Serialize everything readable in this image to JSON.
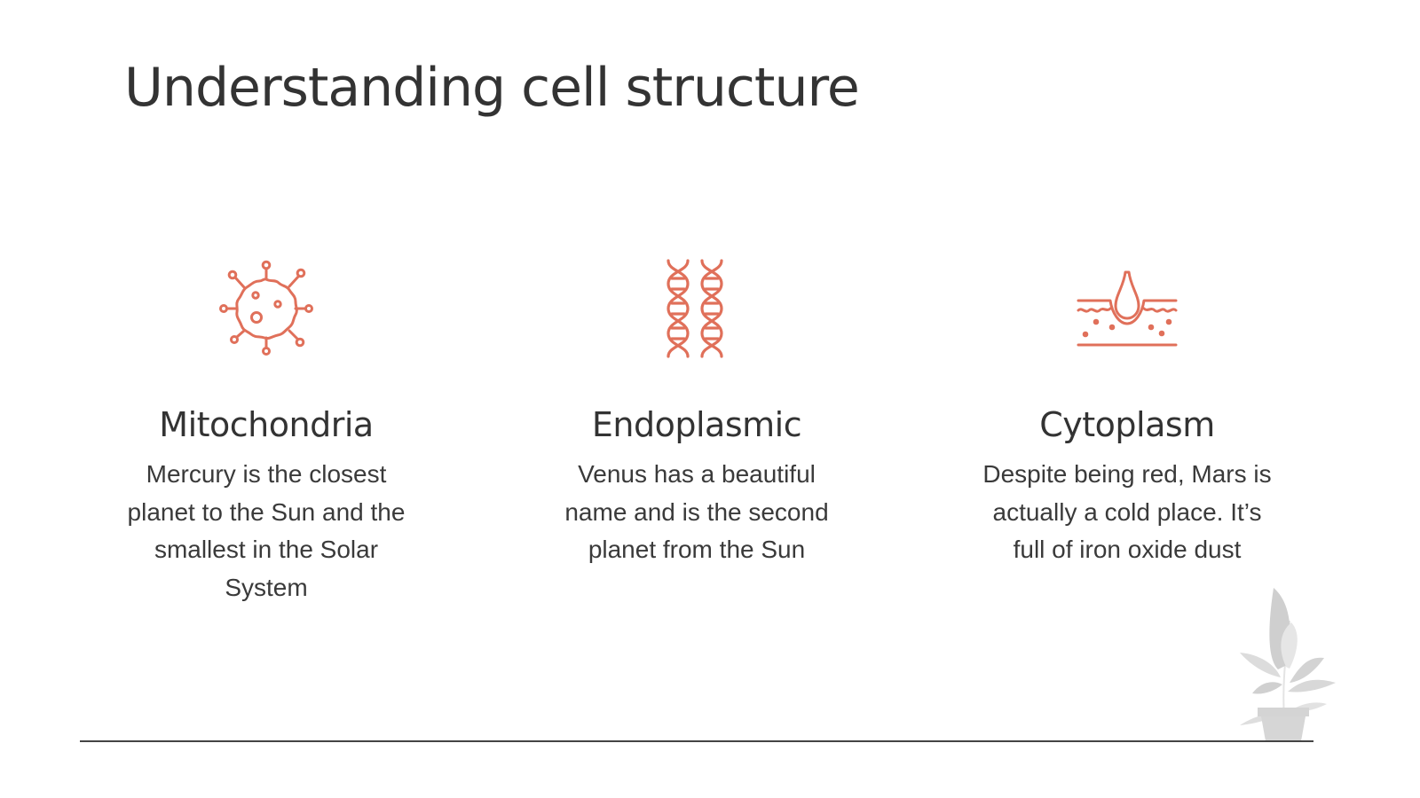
{
  "slide": {
    "title": "Understanding cell structure",
    "accent_color": "#e0705a",
    "columns": [
      {
        "icon": "virus-cell-icon",
        "heading": "Mitochondria",
        "text": "Mercury is the closest planet to the Sun and the smallest in the Solar System"
      },
      {
        "icon": "dna-helix-icon",
        "heading": "Endoplasmic",
        "text": "Venus has a beautiful name and is the second planet from the Sun"
      },
      {
        "icon": "skin-droplet-icon",
        "heading": "Cytoplasm",
        "text": "Despite being red, Mars is actually a cold place. It’s full of iron oxide dust"
      }
    ],
    "decoration": {
      "plant": "potted-plant-icon",
      "plant_color": "#d6d6d6",
      "rule_color": "#444444"
    }
  }
}
